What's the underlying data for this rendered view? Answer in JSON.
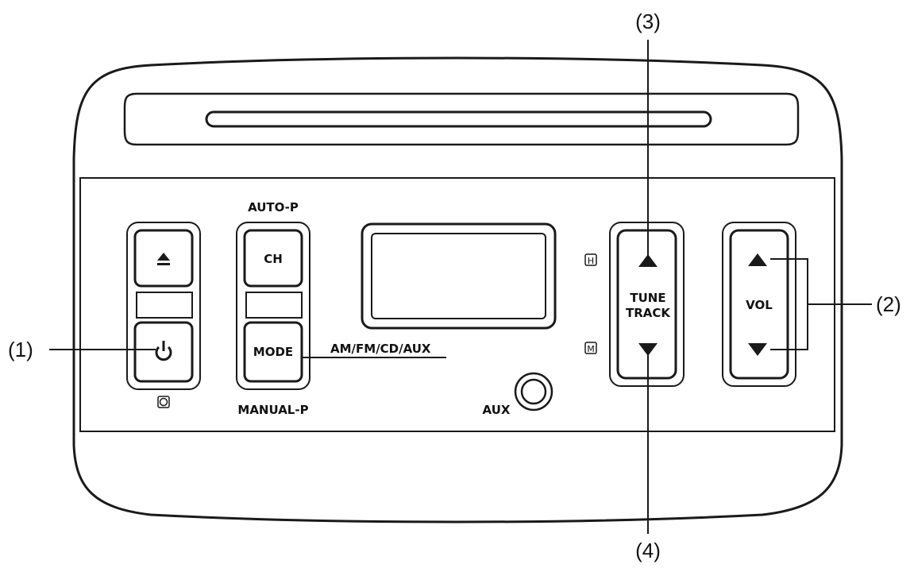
{
  "callouts": {
    "c1": "(1)",
    "c2": "(2)",
    "c3": "(3)",
    "c4": "(4)"
  },
  "labels": {
    "auto_p": "AUTO-P",
    "manual_p": "MANUAL-P",
    "ch": "CH",
    "mode": "MODE",
    "mode_sources": "AM/FM/CD/AUX",
    "tune_line1": "TUNE",
    "tune_line2": "TRACK",
    "vol": "VOL",
    "aux": "AUX",
    "h_mark": "H",
    "m_mark": "M"
  },
  "icons": {
    "eject": "eject-icon",
    "power": "power-icon",
    "clock": "clock-icon",
    "tune_up": "triangle-up-icon",
    "tune_down": "triangle-down-icon",
    "vol_up": "triangle-up-icon",
    "vol_down": "triangle-down-icon"
  },
  "colors": {
    "line": "#1a1a1a",
    "button_fill": "#ffffff",
    "background": "#ffffff"
  }
}
